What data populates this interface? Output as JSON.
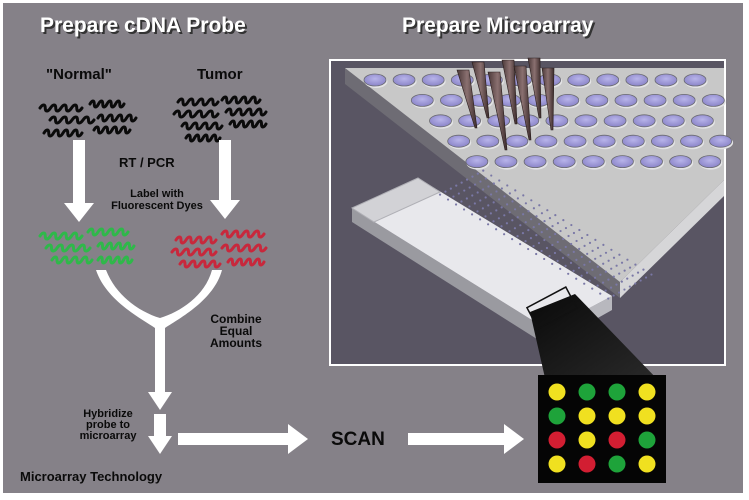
{
  "titles": {
    "left": "Prepare cDNA Probe",
    "right": "Prepare Microarray"
  },
  "samples": {
    "normal": "\"Normal\"",
    "tumor": "Tumor"
  },
  "steps": {
    "rt_pcr": "RT / PCR",
    "label_line1": "Label with",
    "label_line2": "Fluorescent Dyes",
    "combine_line1": "Combine",
    "combine_line2": "Equal",
    "combine_line3": "Amounts",
    "hybridize_line1": "Hybridize",
    "hybridize_line2": "probe to",
    "hybridize_line3": "microarray",
    "scan": "SCAN"
  },
  "caption": "Microarray Technology",
  "colors": {
    "background": "#858188",
    "panel": "#595563",
    "normal_dye": "#2fb84a",
    "tumor_dye": "#c8283c",
    "spot_yellow": "#f0e020",
    "spot_green": "#1ea33a",
    "spot_red": "#d21e32"
  },
  "scan_grid": [
    [
      "yellow",
      "green",
      "green",
      "yellow"
    ],
    [
      "green",
      "yellow",
      "yellow",
      "yellow"
    ],
    [
      "red",
      "yellow",
      "red",
      "green"
    ],
    [
      "yellow",
      "red",
      "green",
      "yellow"
    ]
  ]
}
